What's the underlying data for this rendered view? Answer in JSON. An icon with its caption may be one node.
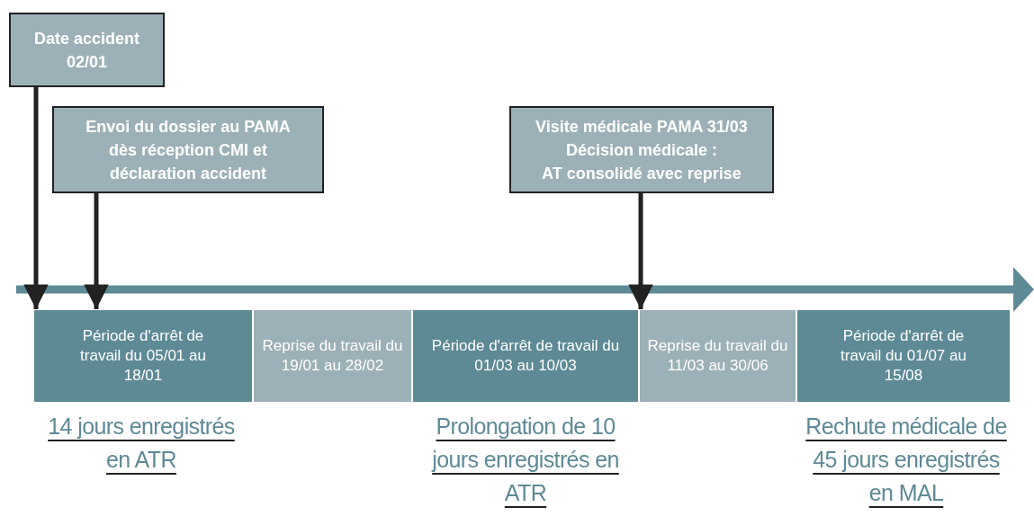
{
  "diagram": {
    "nodes": [
      {
        "text": [
          "Date accident",
          "02/01"
        ]
      },
      {
        "text": [
          "Envoi du dossier au PAMA dès réception CMI et déclaration accident"
        ]
      },
      {
        "text": [
          "Visite médicale PAMA 31/03",
          "Décision médicale :",
          "AT consolidé avec reprise"
        ]
      },
      {
        "text": [
          "Période d'arrêt de travail du 05/01 au 18/01"
        ]
      },
      {
        "text": [
          "Reprise du travail du 19/01 au 28/02"
        ]
      },
      {
        "text": [
          "Période d'arrêt de travail du 01/03 au 10/03"
        ]
      },
      {
        "text": [
          "Reprise du travail du 11/03 au 30/06"
        ]
      },
      {
        "text": [
          "Période d'arrêt de travail du 01/07 au 15/08"
        ]
      }
    ],
    "edges": [
      {
        "from": 0,
        "to": 3,
        "arrow": "to"
      },
      {
        "from": 1,
        "to": 3,
        "arrow": "to"
      },
      {
        "from": 2,
        "to": 6,
        "arrow": "to"
      }
    ],
    "labels": [
      "14 jours enregistrés en ATR",
      "Prolongation de 10 jours enregistrés en ATR",
      "Rechute médicale de 45 jours enregistrés en MAL"
    ]
  }
}
